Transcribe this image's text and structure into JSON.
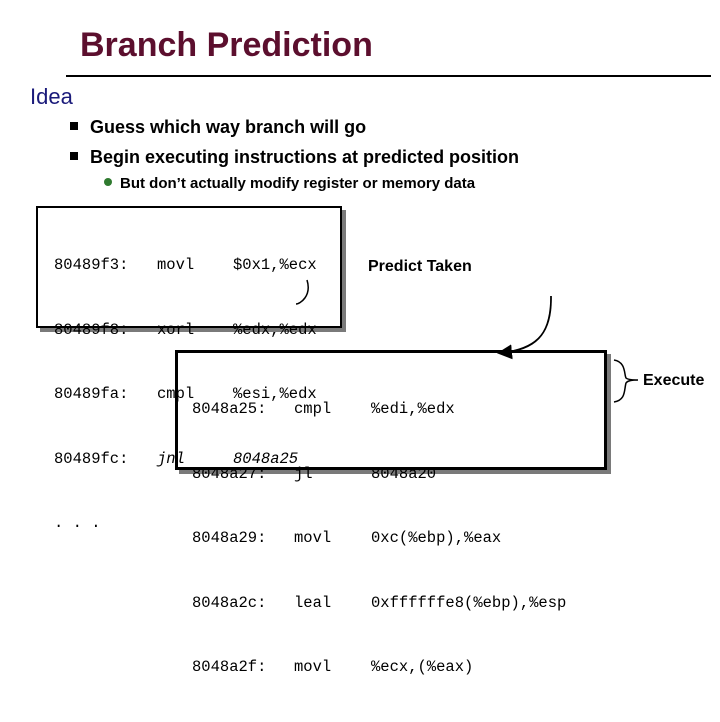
{
  "slide": {
    "title": "Branch Prediction",
    "section": "Idea",
    "bullets": [
      "Guess which way branch will go",
      "Begin executing instructions at predicted position"
    ],
    "sub_bullet": "But don’t actually modify register or memory data"
  },
  "code_block_1": {
    "addresses": [
      "80489f3:",
      "80489f8:",
      "80489fa:",
      "80489fc:",
      ". . ."
    ],
    "instructions": [
      "movl",
      "xorl",
      "cmpl",
      "jnl"
    ],
    "operands": [
      "$0x1,%ecx",
      "%edx,%edx",
      "%esi,%edx",
      "8048a25"
    ]
  },
  "code_block_2": {
    "addresses": [
      "8048a25:",
      "8048a27:",
      "8048a29:",
      "8048a2c:",
      "8048a2f:"
    ],
    "instructions": [
      "cmpl",
      "jl",
      "movl",
      "leal",
      "movl"
    ],
    "operands": [
      "%edi,%edx",
      "8048a20",
      "0xc(%ebp),%eax",
      "0xffffffe8(%ebp),%esp",
      "%ecx,(%eax)"
    ]
  },
  "labels": {
    "predict": "Predict Taken",
    "execute": "Execute"
  },
  "colors": {
    "title": "#5c0f2e",
    "section": "#1a1a7a",
    "sub_bullet_marker": "#2f7a2f"
  }
}
